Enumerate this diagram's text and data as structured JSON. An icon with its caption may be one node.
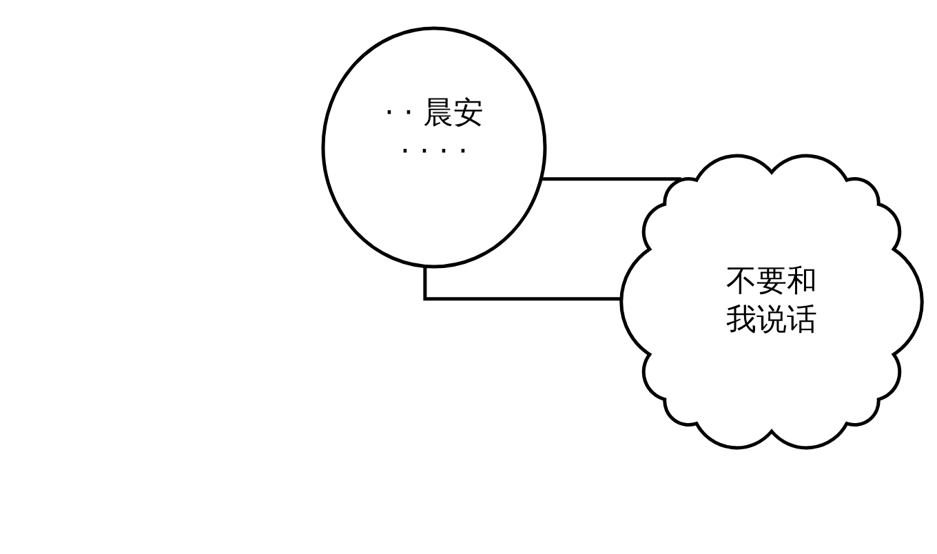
{
  "diagram": {
    "nodes": [
      {
        "text": [
          "· · 晨安",
          "· · · ·"
        ]
      },
      {
        "text": [
          "不要和我说话"
        ]
      }
    ],
    "edges": [
      {
        "from": 0,
        "to": 1,
        "arrow": "none"
      },
      {
        "from": 0,
        "to": 1,
        "arrow": "none"
      }
    ]
  }
}
